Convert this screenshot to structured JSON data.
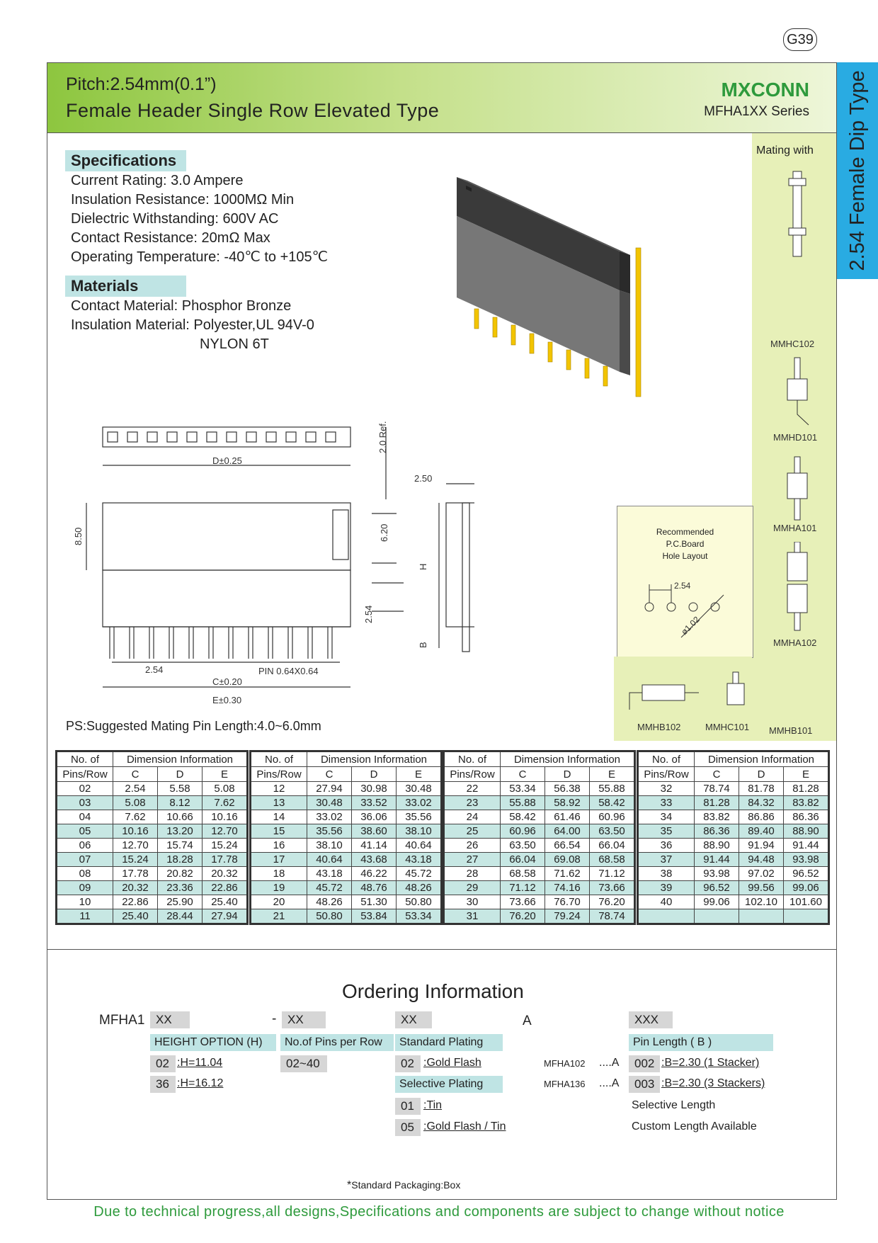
{
  "page_number": "G39",
  "header": {
    "title_line1": "Pitch:2.54mm(0.1”)",
    "title_line2": "Female Header Single Row Elevated Type",
    "brand": "MXCONN",
    "series": "MFHA1XX Series"
  },
  "side_tab": "2.54 Female Dip Type",
  "specifications": {
    "heading": "Specifications",
    "lines": [
      "Current Rating: 3.0 Ampere",
      "Insulation Resistance: 1000MΩ Min",
      "Dielectric Withstanding: 600V AC",
      "Contact  Resistance: 20mΩ Max",
      "Operating Temperature: -40℃ to +105℃"
    ]
  },
  "materials": {
    "heading": "Materials",
    "lines": [
      "Contact Material: Phosphor Bronze",
      "Insulation Material: Polyester,UL 94V-0",
      "NYLON 6T"
    ]
  },
  "mating": {
    "title": "Mating with",
    "parts": [
      "MMHC102",
      "MMHD101",
      "MMHA101",
      "MMHA102",
      "MMHB102",
      "MMHC101",
      "MMHB101"
    ]
  },
  "pcb_layout": {
    "title_lines": [
      "Recommended",
      "P.C.Board",
      "Hole  Layout"
    ],
    "pitch": "2.54",
    "hole": "ø1.02"
  },
  "drawing": {
    "d_dim": "D±0.25",
    "ref": "2.0  Ref.",
    "h850": "8.50",
    "h620": "6.20",
    "h254": "2.54",
    "w250": "2.50",
    "H": "H",
    "B": "B",
    "pitch": "2.54",
    "pin": "PIN  0.64X0.64",
    "c_dim": "C±0.20",
    "e_dim": "E±0.30"
  },
  "ps_note": "PS:Suggested Mating Pin Length:4.0~6.0mm",
  "dim_table": {
    "col1": "No. of",
    "col1b": "Pins/Row",
    "group": "Dimension Information",
    "c": "C",
    "d": "D",
    "e": "E",
    "blocks": [
      [
        [
          "02",
          "2.54",
          "5.58",
          "5.08"
        ],
        [
          "03",
          "5.08",
          "8.12",
          "7.62"
        ],
        [
          "04",
          "7.62",
          "10.66",
          "10.16"
        ],
        [
          "05",
          "10.16",
          "13.20",
          "12.70"
        ],
        [
          "06",
          "12.70",
          "15.74",
          "15.24"
        ],
        [
          "07",
          "15.24",
          "18.28",
          "17.78"
        ],
        [
          "08",
          "17.78",
          "20.82",
          "20.32"
        ],
        [
          "09",
          "20.32",
          "23.36",
          "22.86"
        ],
        [
          "10",
          "22.86",
          "25.90",
          "25.40"
        ],
        [
          "11",
          "25.40",
          "28.44",
          "27.94"
        ]
      ],
      [
        [
          "12",
          "27.94",
          "30.98",
          "30.48"
        ],
        [
          "13",
          "30.48",
          "33.52",
          "33.02"
        ],
        [
          "14",
          "33.02",
          "36.06",
          "35.56"
        ],
        [
          "15",
          "35.56",
          "38.60",
          "38.10"
        ],
        [
          "16",
          "38.10",
          "41.14",
          "40.64"
        ],
        [
          "17",
          "40.64",
          "43.68",
          "43.18"
        ],
        [
          "18",
          "43.18",
          "46.22",
          "45.72"
        ],
        [
          "19",
          "45.72",
          "48.76",
          "48.26"
        ],
        [
          "20",
          "48.26",
          "51.30",
          "50.80"
        ],
        [
          "21",
          "50.80",
          "53.84",
          "53.34"
        ]
      ],
      [
        [
          "22",
          "53.34",
          "56.38",
          "55.88"
        ],
        [
          "23",
          "55.88",
          "58.92",
          "58.42"
        ],
        [
          "24",
          "58.42",
          "61.46",
          "60.96"
        ],
        [
          "25",
          "60.96",
          "64.00",
          "63.50"
        ],
        [
          "26",
          "63.50",
          "66.54",
          "66.04"
        ],
        [
          "27",
          "66.04",
          "69.08",
          "68.58"
        ],
        [
          "28",
          "68.58",
          "71.62",
          "71.12"
        ],
        [
          "29",
          "71.12",
          "74.16",
          "73.66"
        ],
        [
          "30",
          "73.66",
          "76.70",
          "76.20"
        ],
        [
          "31",
          "76.20",
          "79.24",
          "78.74"
        ]
      ],
      [
        [
          "32",
          "78.74",
          "81.78",
          "81.28"
        ],
        [
          "33",
          "81.28",
          "84.32",
          "83.82"
        ],
        [
          "34",
          "83.82",
          "86.86",
          "86.36"
        ],
        [
          "35",
          "86.36",
          "89.40",
          "88.90"
        ],
        [
          "36",
          "88.90",
          "91.94",
          "91.44"
        ],
        [
          "37",
          "91.44",
          "94.48",
          "93.98"
        ],
        [
          "38",
          "93.98",
          "97.02",
          "96.52"
        ],
        [
          "39",
          "96.52",
          "99.56",
          "99.06"
        ],
        [
          "40",
          "99.06",
          "102.10",
          "101.60"
        ],
        [
          "",
          "",
          "",
          ""
        ]
      ]
    ]
  },
  "ordering": {
    "title": "Ordering Information",
    "prefix": "MFHA1",
    "xx": "XX",
    "dash": "-",
    "a": "A",
    "xxx": "XXX",
    "height_label": "HEIGHT OPTION (H)",
    "height_opts": [
      {
        "code": "02",
        "text": ":H=11.04"
      },
      {
        "code": "36",
        "text": ":H=16.12"
      }
    ],
    "pins_label": "No.of Pins per Row",
    "pins_range": "02~40",
    "std_plating": "Standard Plating",
    "std_opts": [
      {
        "code": "02",
        "text": ":Gold Flash"
      }
    ],
    "sel_plating": "Selective Plating",
    "sel_opts": [
      {
        "code": "01",
        "text": ":Tin"
      },
      {
        "code": "05",
        "text": ":Gold Flash / Tin"
      }
    ],
    "model_rows": [
      {
        "model": "MFHA102",
        "suffix": "....A"
      },
      {
        "model": "MFHA136",
        "suffix": "....A"
      }
    ],
    "pin_length_label": "Pin Length ( B )",
    "pin_opts": [
      {
        "code": "002",
        "text": ":B=2.30 (1 Stacker)"
      },
      {
        "code": "003",
        "text": ":B=2.30 (3 Stackers)"
      }
    ],
    "sel_length": "Selective Length",
    "custom_length": "Custom Length Available",
    "packaging": "Standard Packaging:Box"
  },
  "notice": "Due to technical progress,all designs,Specifications and components are subject to change without notice",
  "colors": {
    "green": "#2e9a3c",
    "blue_tab": "#29abe2",
    "table_shade": "#c7e7e3",
    "mating_bg": "#e7f0b8"
  }
}
